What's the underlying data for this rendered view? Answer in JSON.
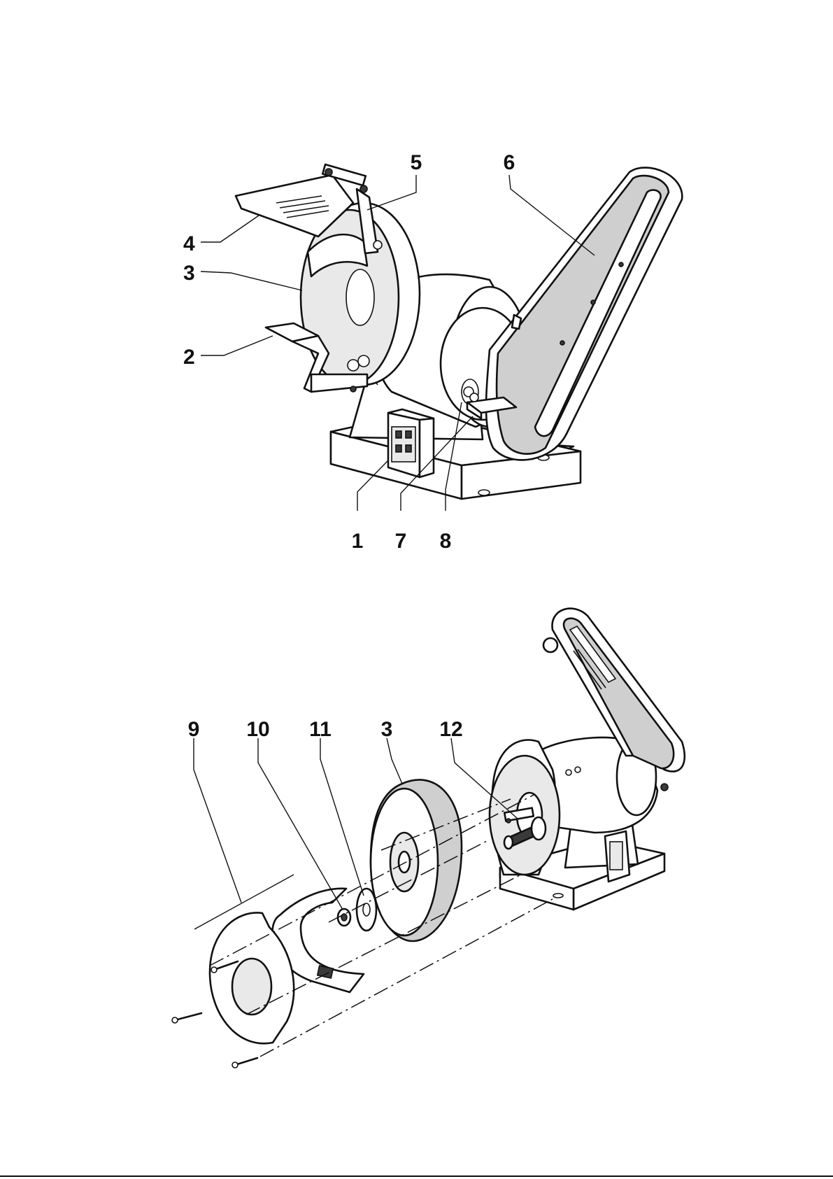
{
  "figure_top": {
    "callouts": [
      "1",
      "2",
      "3",
      "4",
      "5",
      "6",
      "7",
      "8"
    ]
  },
  "figure_bottom": {
    "callouts": [
      "9",
      "10",
      "11",
      "3",
      "12"
    ]
  },
  "colors": {
    "ink": "#111111",
    "belt": "#cfcfcf",
    "paper": "#ffffff"
  }
}
